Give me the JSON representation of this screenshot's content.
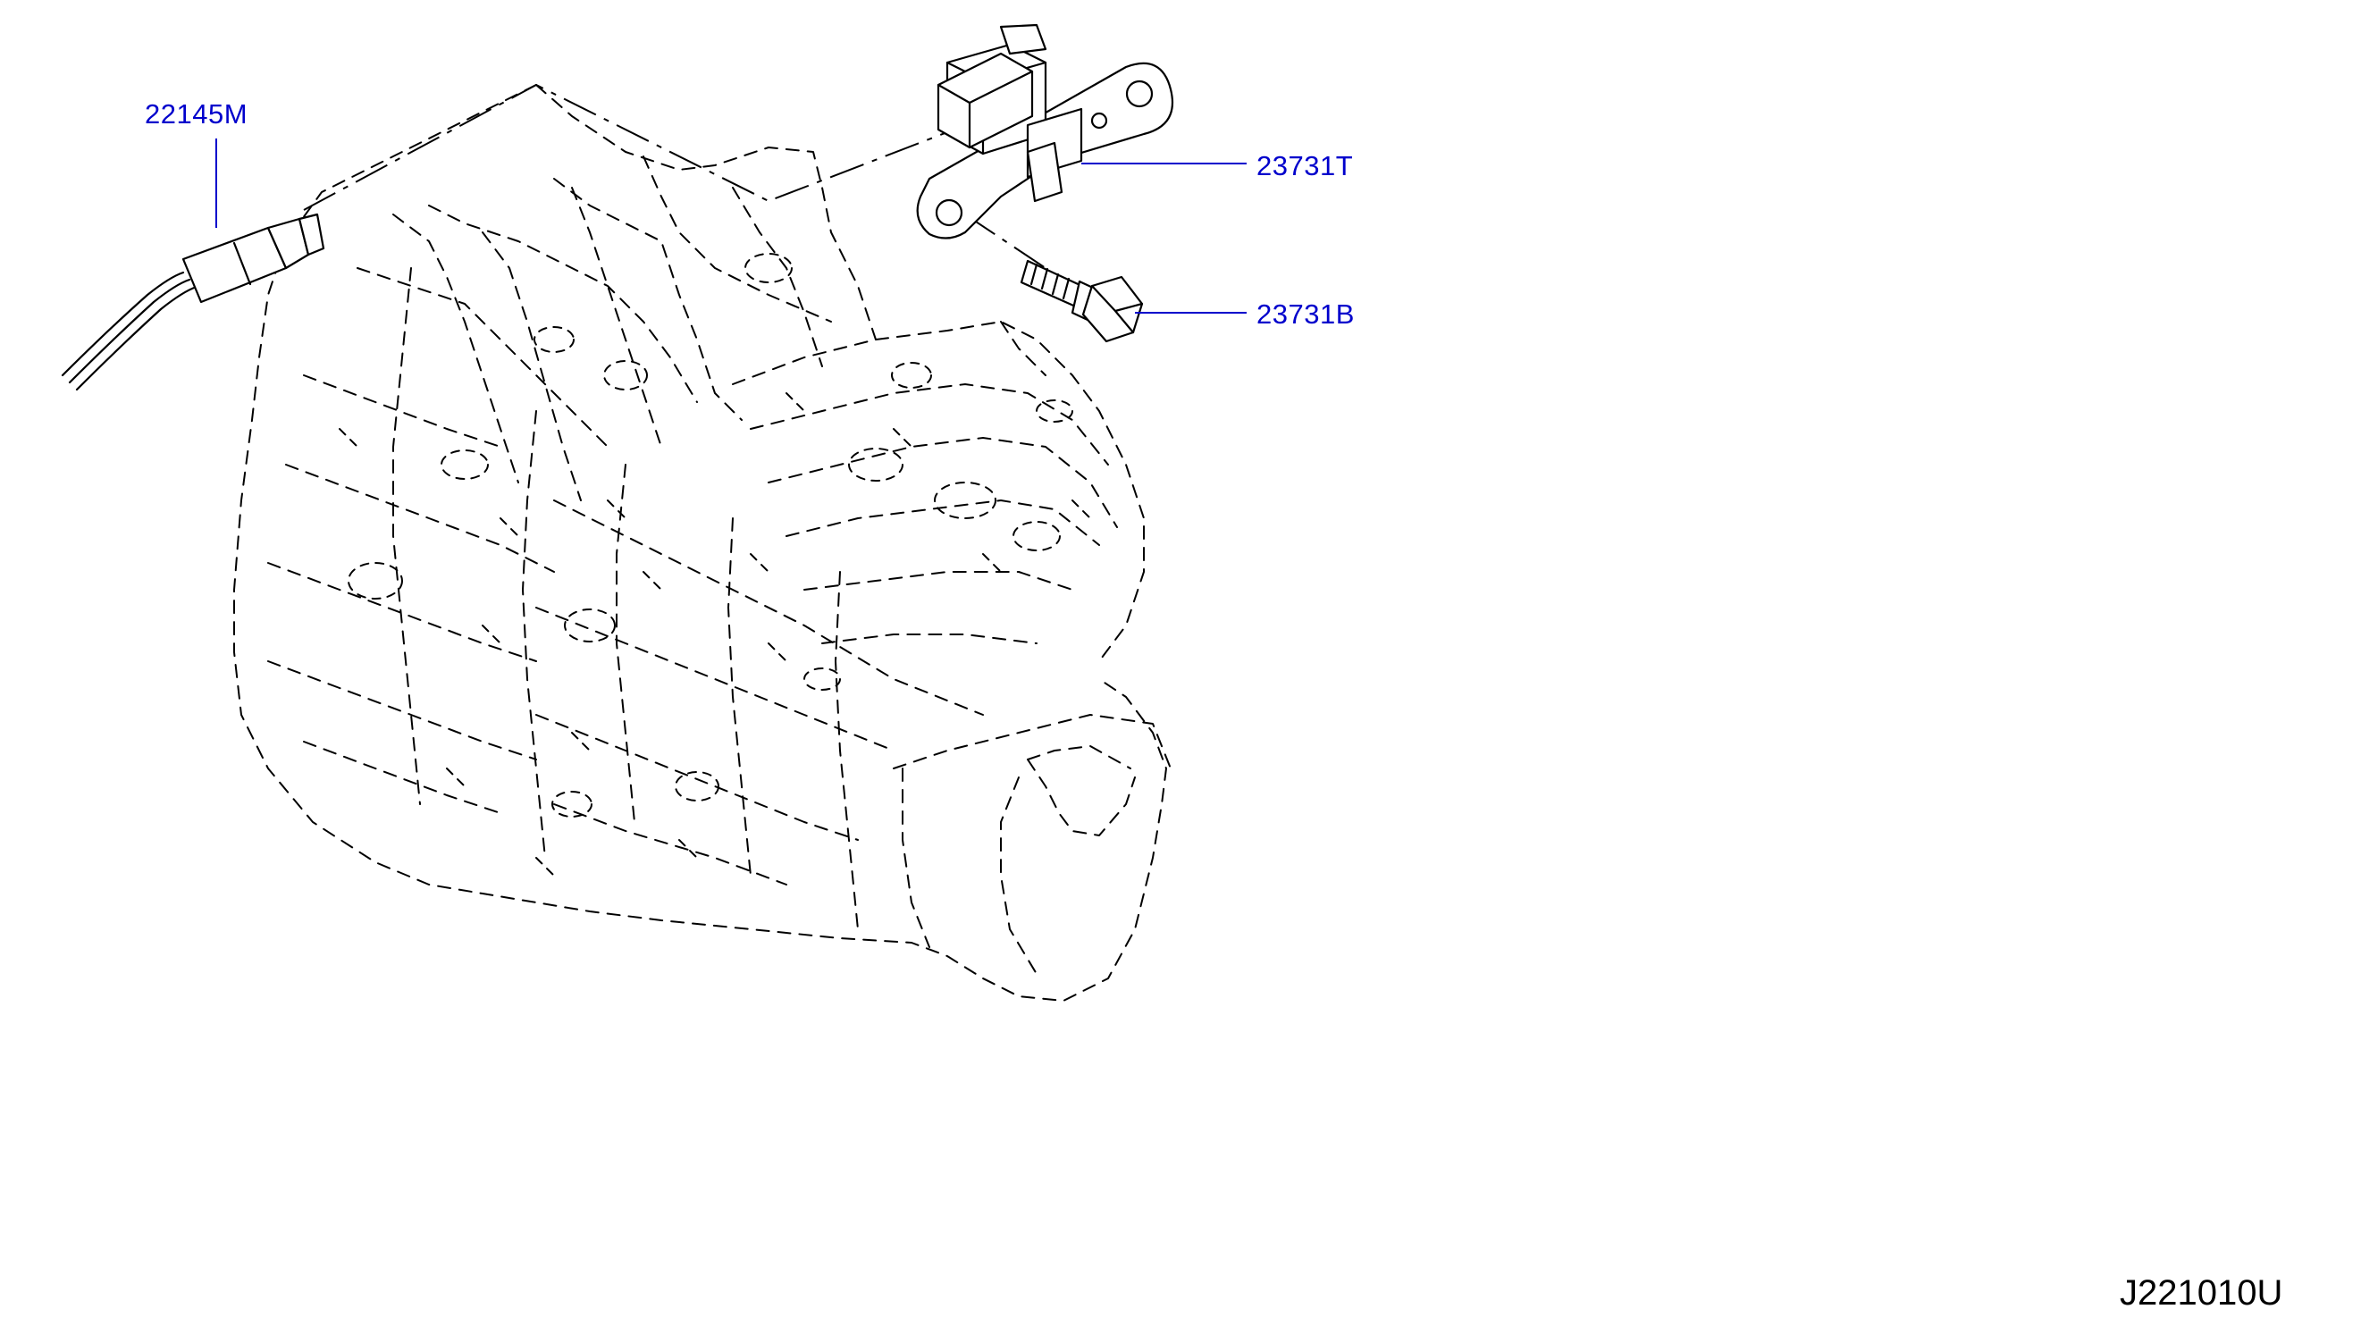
{
  "diagram": {
    "diagram_id": "J221010U",
    "callout_color": "#0000cc",
    "parts": [
      {
        "part_number": "22145M",
        "component": "sensor-with-harness"
      },
      {
        "part_number": "23731T",
        "component": "sensor-with-bracket"
      },
      {
        "part_number": "23731B",
        "component": "bolt"
      }
    ]
  }
}
